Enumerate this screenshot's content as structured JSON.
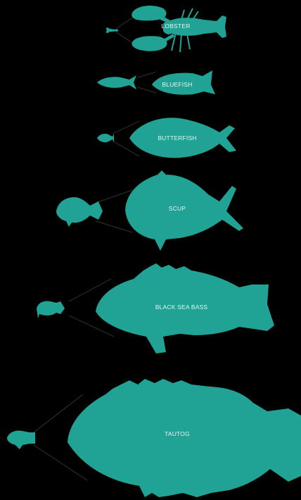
{
  "species": [
    {
      "id": "lobster",
      "label": "LOBSTER"
    },
    {
      "id": "bluefish",
      "label": "BLUEFISH"
    },
    {
      "id": "butterfish",
      "label": "BUTTERFISH"
    },
    {
      "id": "scup",
      "label": "SCUP"
    },
    {
      "id": "black-sea-bass",
      "label": "BLACK SEA BASS"
    },
    {
      "id": "tautog",
      "label": "TAUTOG"
    }
  ],
  "colors": {
    "background": "#000000",
    "silhouette": "#20a394",
    "label": "#e9f4f2",
    "guide_line": "#2a2a2a"
  }
}
